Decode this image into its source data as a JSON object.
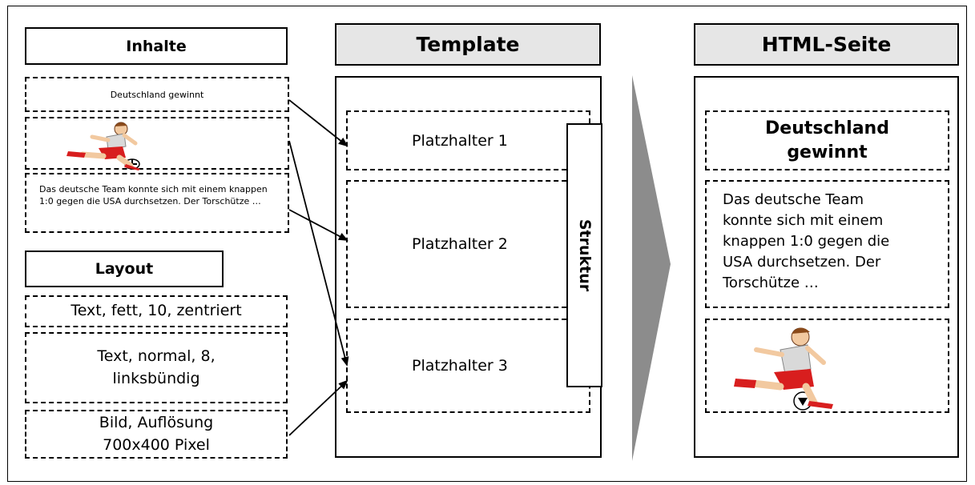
{
  "columns": {
    "inhalte": "Inhalte",
    "layout": "Layout",
    "template": "Template",
    "html_seite": "HTML-Seite"
  },
  "inhalte": {
    "headline": "Deutschland gewinnt",
    "image": "soccer-player-image",
    "body_text": "Das deutsche Team konnte sich mit einem knappen 1:0 gegen die USA durchsetzen. Der Torschütze …"
  },
  "layout": {
    "headline_style": "Text, fett, 10, zentriert",
    "body_style_line1": "Text, normal, 8,",
    "body_style_line2": "linksbündig",
    "image_style_line1": "Bild, Auflösung",
    "image_style_line2": "700x400 Pixel"
  },
  "template": {
    "placeholder_1": "Platzhalter 1",
    "placeholder_2": "Platzhalter 2",
    "placeholder_3": "Platzhalter 3",
    "struktur": "Struktur"
  },
  "html_seite": {
    "title_line1": "Deutschland",
    "title_line2": "gewinnt",
    "body_line1": "Das deutsche Team",
    "body_line2": "konnte sich mit einem",
    "body_line3": "knappen 1:0 gegen die",
    "body_line4": "USA durchsetzen. Der",
    "body_line5": "Torschütze …",
    "image": "soccer-player-image"
  },
  "colors": {
    "header_fill": "#e6e6e6",
    "arrow_fill": "#8c8c8c",
    "jersey_red": "#d81e1e"
  }
}
